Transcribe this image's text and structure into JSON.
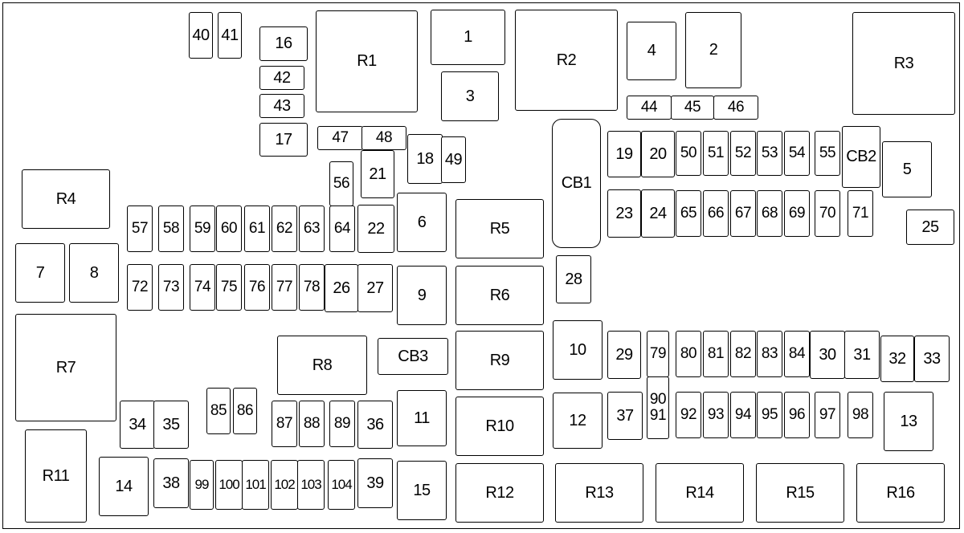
{
  "diagram": {
    "colors": {
      "line": "#000000",
      "background": "#ffffff"
    },
    "boxes": [
      {
        "id": "40",
        "label": "40"
      },
      {
        "id": "41",
        "label": "41"
      },
      {
        "id": "16",
        "label": "16"
      },
      {
        "id": "42",
        "label": "42"
      },
      {
        "id": "43",
        "label": "43"
      },
      {
        "id": "17",
        "label": "17"
      },
      {
        "id": "R1",
        "label": "R1"
      },
      {
        "id": "1",
        "label": "1"
      },
      {
        "id": "3",
        "label": "3"
      },
      {
        "id": "R2",
        "label": "R2"
      },
      {
        "id": "4",
        "label": "4"
      },
      {
        "id": "2",
        "label": "2"
      },
      {
        "id": "44",
        "label": "44"
      },
      {
        "id": "45",
        "label": "45"
      },
      {
        "id": "46",
        "label": "46"
      },
      {
        "id": "R3",
        "label": "R3"
      },
      {
        "id": "47",
        "label": "47"
      },
      {
        "id": "48",
        "label": "48"
      },
      {
        "id": "18",
        "label": "18"
      },
      {
        "id": "49",
        "label": "49"
      },
      {
        "id": "21",
        "label": "21"
      },
      {
        "id": "56",
        "label": "56"
      },
      {
        "id": "CB1",
        "label": "CB1"
      },
      {
        "id": "19",
        "label": "19"
      },
      {
        "id": "20",
        "label": "20"
      },
      {
        "id": "50",
        "label": "50"
      },
      {
        "id": "51",
        "label": "51"
      },
      {
        "id": "52",
        "label": "52"
      },
      {
        "id": "53",
        "label": "53"
      },
      {
        "id": "54",
        "label": "54"
      },
      {
        "id": "55",
        "label": "55"
      },
      {
        "id": "CB2",
        "label": "CB2"
      },
      {
        "id": "5",
        "label": "5"
      },
      {
        "id": "R4",
        "label": "R4"
      },
      {
        "id": "57",
        "label": "57"
      },
      {
        "id": "58",
        "label": "58"
      },
      {
        "id": "59",
        "label": "59"
      },
      {
        "id": "60",
        "label": "60"
      },
      {
        "id": "61",
        "label": "61"
      },
      {
        "id": "62",
        "label": "62"
      },
      {
        "id": "63",
        "label": "63"
      },
      {
        "id": "64",
        "label": "64"
      },
      {
        "id": "22",
        "label": "22"
      },
      {
        "id": "6",
        "label": "6"
      },
      {
        "id": "R5",
        "label": "R5"
      },
      {
        "id": "23",
        "label": "23"
      },
      {
        "id": "24",
        "label": "24"
      },
      {
        "id": "65",
        "label": "65"
      },
      {
        "id": "66",
        "label": "66"
      },
      {
        "id": "67",
        "label": "67"
      },
      {
        "id": "68",
        "label": "68"
      },
      {
        "id": "69",
        "label": "69"
      },
      {
        "id": "70",
        "label": "70"
      },
      {
        "id": "71",
        "label": "71"
      },
      {
        "id": "25",
        "label": "25"
      },
      {
        "id": "7",
        "label": "7"
      },
      {
        "id": "8",
        "label": "8"
      },
      {
        "id": "72",
        "label": "72"
      },
      {
        "id": "73",
        "label": "73"
      },
      {
        "id": "74",
        "label": "74"
      },
      {
        "id": "75",
        "label": "75"
      },
      {
        "id": "76",
        "label": "76"
      },
      {
        "id": "77",
        "label": "77"
      },
      {
        "id": "78",
        "label": "78"
      },
      {
        "id": "26",
        "label": "26"
      },
      {
        "id": "27",
        "label": "27"
      },
      {
        "id": "9",
        "label": "9"
      },
      {
        "id": "R6",
        "label": "R6"
      },
      {
        "id": "28",
        "label": "28"
      },
      {
        "id": "R7",
        "label": "R7"
      },
      {
        "id": "R8",
        "label": "R8"
      },
      {
        "id": "CB3",
        "label": "CB3"
      },
      {
        "id": "R9",
        "label": "R9"
      },
      {
        "id": "10",
        "label": "10"
      },
      {
        "id": "29",
        "label": "29"
      },
      {
        "id": "79",
        "label": "79"
      },
      {
        "id": "80",
        "label": "80"
      },
      {
        "id": "81",
        "label": "81"
      },
      {
        "id": "82",
        "label": "82"
      },
      {
        "id": "83",
        "label": "83"
      },
      {
        "id": "84",
        "label": "84"
      },
      {
        "id": "30",
        "label": "30"
      },
      {
        "id": "31",
        "label": "31"
      },
      {
        "id": "32",
        "label": "32"
      },
      {
        "id": "33",
        "label": "33"
      },
      {
        "id": "34",
        "label": "34"
      },
      {
        "id": "35",
        "label": "35"
      },
      {
        "id": "85",
        "label": "85"
      },
      {
        "id": "86",
        "label": "86"
      },
      {
        "id": "87",
        "label": "87"
      },
      {
        "id": "88",
        "label": "88"
      },
      {
        "id": "89",
        "label": "89"
      },
      {
        "id": "36",
        "label": "36"
      },
      {
        "id": "11",
        "label": "11"
      },
      {
        "id": "R10",
        "label": "R10"
      },
      {
        "id": "12",
        "label": "12"
      },
      {
        "id": "37",
        "label": "37"
      },
      {
        "id": "90-91",
        "label": "90\n91"
      },
      {
        "id": "92",
        "label": "92"
      },
      {
        "id": "93",
        "label": "93"
      },
      {
        "id": "94",
        "label": "94"
      },
      {
        "id": "95",
        "label": "95"
      },
      {
        "id": "96",
        "label": "96"
      },
      {
        "id": "97",
        "label": "97"
      },
      {
        "id": "98",
        "label": "98"
      },
      {
        "id": "13",
        "label": "13"
      },
      {
        "id": "R11",
        "label": "R11"
      },
      {
        "id": "14",
        "label": "14"
      },
      {
        "id": "38",
        "label": "38"
      },
      {
        "id": "99",
        "label": "99"
      },
      {
        "id": "100",
        "label": "100"
      },
      {
        "id": "101",
        "label": "101"
      },
      {
        "id": "102",
        "label": "102"
      },
      {
        "id": "103",
        "label": "103"
      },
      {
        "id": "104",
        "label": "104"
      },
      {
        "id": "39",
        "label": "39"
      },
      {
        "id": "15",
        "label": "15"
      },
      {
        "id": "R12",
        "label": "R12"
      },
      {
        "id": "R13",
        "label": "R13"
      },
      {
        "id": "R14",
        "label": "R14"
      },
      {
        "id": "R15",
        "label": "R15"
      },
      {
        "id": "R16",
        "label": "R16"
      }
    ]
  }
}
